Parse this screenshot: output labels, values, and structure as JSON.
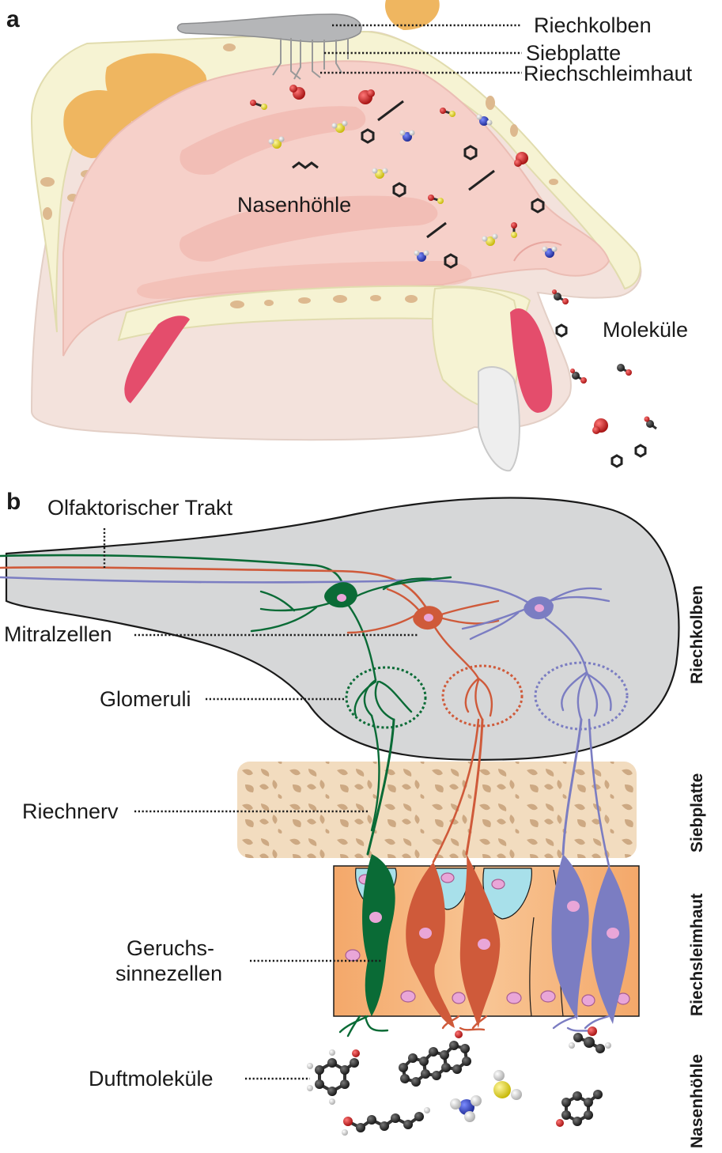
{
  "panel_a": {
    "letter": "a",
    "labels": {
      "olfactory_bulb": "Riechkolben",
      "cribriform_plate": "Siebplatte",
      "olfactory_mucosa": "Riechschleimhaut",
      "nasal_cavity": "Nasenhöhle",
      "molecules": "Moleküle"
    }
  },
  "panel_b": {
    "letter": "b",
    "labels": {
      "olfactory_tract": "Olfaktorischer Trakt",
      "mitral_cells": "Mitralzellen",
      "glomeruli": "Glomeruli",
      "olfactory_nerve": "Riechnerv",
      "receptor_cells_line1": "Geruchs-",
      "receptor_cells_line2": "sinnezellen",
      "odor_molecules": "Duftmoleküle"
    },
    "side_labels": {
      "bulb": "Riechkolben",
      "plate": "Siebplatte",
      "mucosa": "Riechsleimhaut",
      "cavity": "Nasenhöhle"
    }
  },
  "colors": {
    "green_neuron": "#0a6b36",
    "red_neuron": "#cf5a3a",
    "blue_neuron": "#7b7dc2",
    "bulb_gray": "#d6d7d8",
    "bone_tan": "#f2dcbf",
    "mucosa_orange": "#f6b77f",
    "tissue_pink": "#f7d3cd",
    "cartilage_red": "#e44d6c"
  }
}
